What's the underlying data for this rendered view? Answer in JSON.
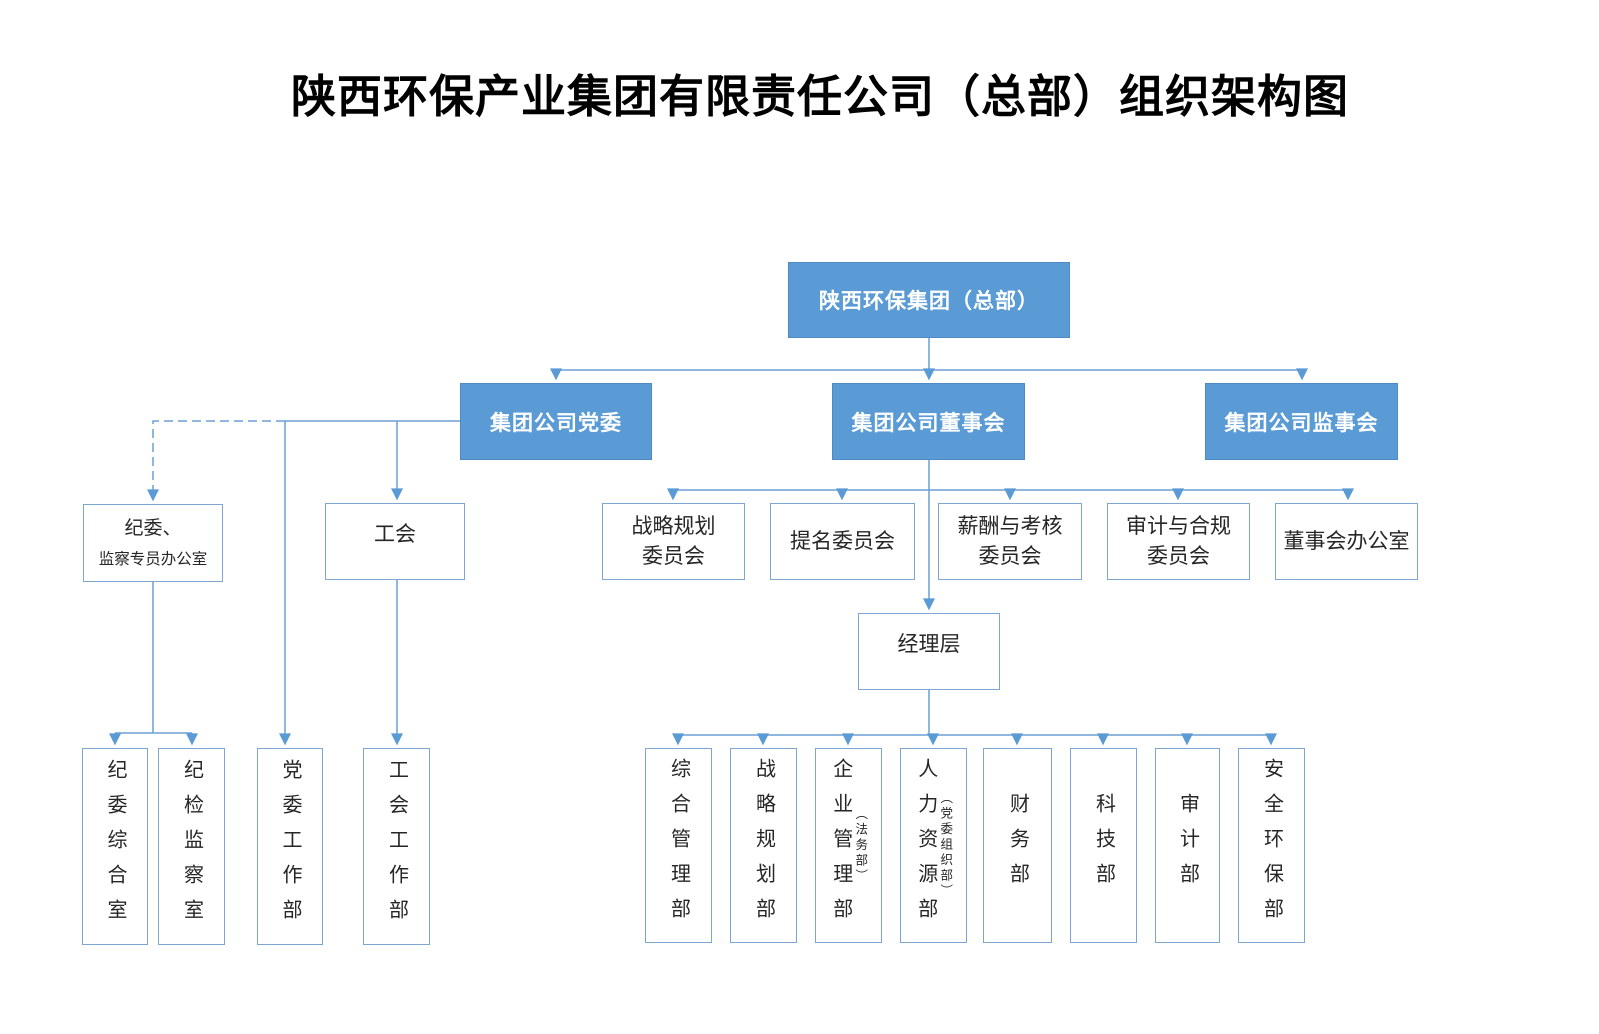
{
  "title": "陕西环保产业集团有限责任公司（总部）组织架构图",
  "colors": {
    "node_fill": "#5B9BD5",
    "node_border": "#7EA6D3",
    "connector_line": "#6B9FD4",
    "text_on_fill": "#FFFFFF",
    "text": "#262626"
  },
  "nodes": {
    "headquarters": {
      "label": "陕西环保集团（总部）"
    },
    "party_committee": {
      "label": "集团公司党委"
    },
    "board": {
      "label": "集团公司董事会"
    },
    "supervisory_board": {
      "label": "集团公司监事会"
    },
    "discipline_office": {
      "line1": "纪委、",
      "line2": "监察专员办公室"
    },
    "labor_union": {
      "label": "工会"
    },
    "management": {
      "label": "经理层"
    },
    "committees": [
      {
        "line1": "战略规划",
        "line2": "委员会"
      },
      {
        "line1": "提名委员会",
        "line2": ""
      },
      {
        "line1": "薪酬与考核",
        "line2": "委员会"
      },
      {
        "line1": "审计与合规",
        "line2": "委员会"
      },
      {
        "line1": "董事会办公室",
        "line2": ""
      }
    ],
    "left_departments": [
      {
        "label": "纪委综合室"
      },
      {
        "label": "纪检监察室"
      },
      {
        "label": "党委工作部"
      },
      {
        "label": "工会工作部"
      }
    ],
    "right_departments": [
      {
        "label": "综合管理部",
        "sub": ""
      },
      {
        "label": "战略规划部",
        "sub": ""
      },
      {
        "label": "企业管理部",
        "sub": "（法务部）"
      },
      {
        "label": "人力资源部",
        "sub": "（党委组织部）"
      },
      {
        "label": "财务部",
        "sub": ""
      },
      {
        "label": "科技部",
        "sub": ""
      },
      {
        "label": "审计部",
        "sub": ""
      },
      {
        "label": "安全环保部",
        "sub": ""
      }
    ]
  }
}
